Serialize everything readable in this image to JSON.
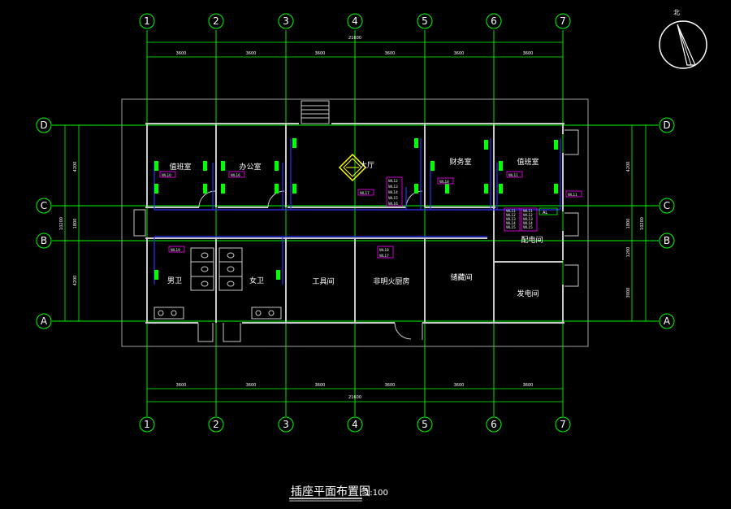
{
  "drawing": {
    "title": "插座平面布置图",
    "scale": "1:100",
    "north_label": "北"
  },
  "colors": {
    "background": "#000000",
    "grid": "#00ff00",
    "wall": "#c8c8c8",
    "wiring": "#3030ff",
    "socket": "#00ff00",
    "tag": "#ff00ff",
    "text": "#ffffff",
    "outline": "#a0a0a0",
    "panel": "#ffff00"
  },
  "axes": {
    "columns": [
      "1",
      "2",
      "3",
      "4",
      "5",
      "6",
      "7"
    ],
    "rows": [
      "D",
      "C",
      "B",
      "A"
    ]
  },
  "dimensions": {
    "column_spacing": [
      "3600",
      "3600",
      "3600",
      "3600",
      "3600",
      "3600"
    ],
    "total_width": "21600",
    "left_rows": [
      "4200",
      "1800",
      "4200"
    ],
    "left_total": "10200",
    "right_rows": [
      "4200",
      "1800",
      "1200",
      "3000"
    ],
    "right_total": "10200"
  },
  "rooms": {
    "duty_room_left": "值班室",
    "office": "办公室",
    "hall": "大厅",
    "finance": "财务室",
    "duty_room_right": "值班室",
    "men_wc": "男卫",
    "women_wc": "女卫",
    "tool_room": "工具间",
    "kitchen": "非明火厨房",
    "storage": "储藏间",
    "distribution": "配电间",
    "generator": "发电间"
  },
  "circuit_tags": {
    "duty_left": "WL10",
    "office": "WL16",
    "hall_panel": "WL17",
    "hall_stack": [
      "WL12",
      "WL13",
      "WL14",
      "WL15",
      "WL16"
    ],
    "finance": "WL18",
    "duty_right": "WL11",
    "duty_right_b": "WL11",
    "men_wc": "WL19",
    "kitchen": [
      "WL18",
      "WL17"
    ],
    "distribution_stack": [
      "WL11",
      "WL12",
      "WL13",
      "WL14",
      "WL15"
    ],
    "panel_label": "AL"
  }
}
